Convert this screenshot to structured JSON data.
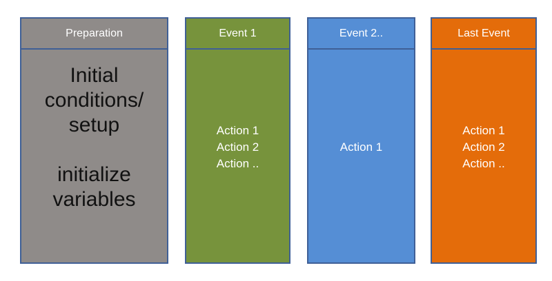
{
  "columns": [
    {
      "header": "Preparation",
      "body_lines_top": [
        "Initial",
        "conditions/",
        "setup"
      ],
      "body_lines_bottom": [
        "initialize",
        "variables"
      ],
      "fill_color": "#8f8b89"
    },
    {
      "header": "Event 1",
      "actions": [
        "Action 1",
        "Action 2",
        "Action .."
      ],
      "fill_color": "#77933c"
    },
    {
      "header": "Event 2..",
      "actions": [
        "Action 1"
      ],
      "fill_color": "#558ed5"
    },
    {
      "header": "Last Event",
      "actions": [
        "Action 1",
        "Action 2",
        "Action .."
      ],
      "fill_color": "#e46c0a"
    }
  ]
}
